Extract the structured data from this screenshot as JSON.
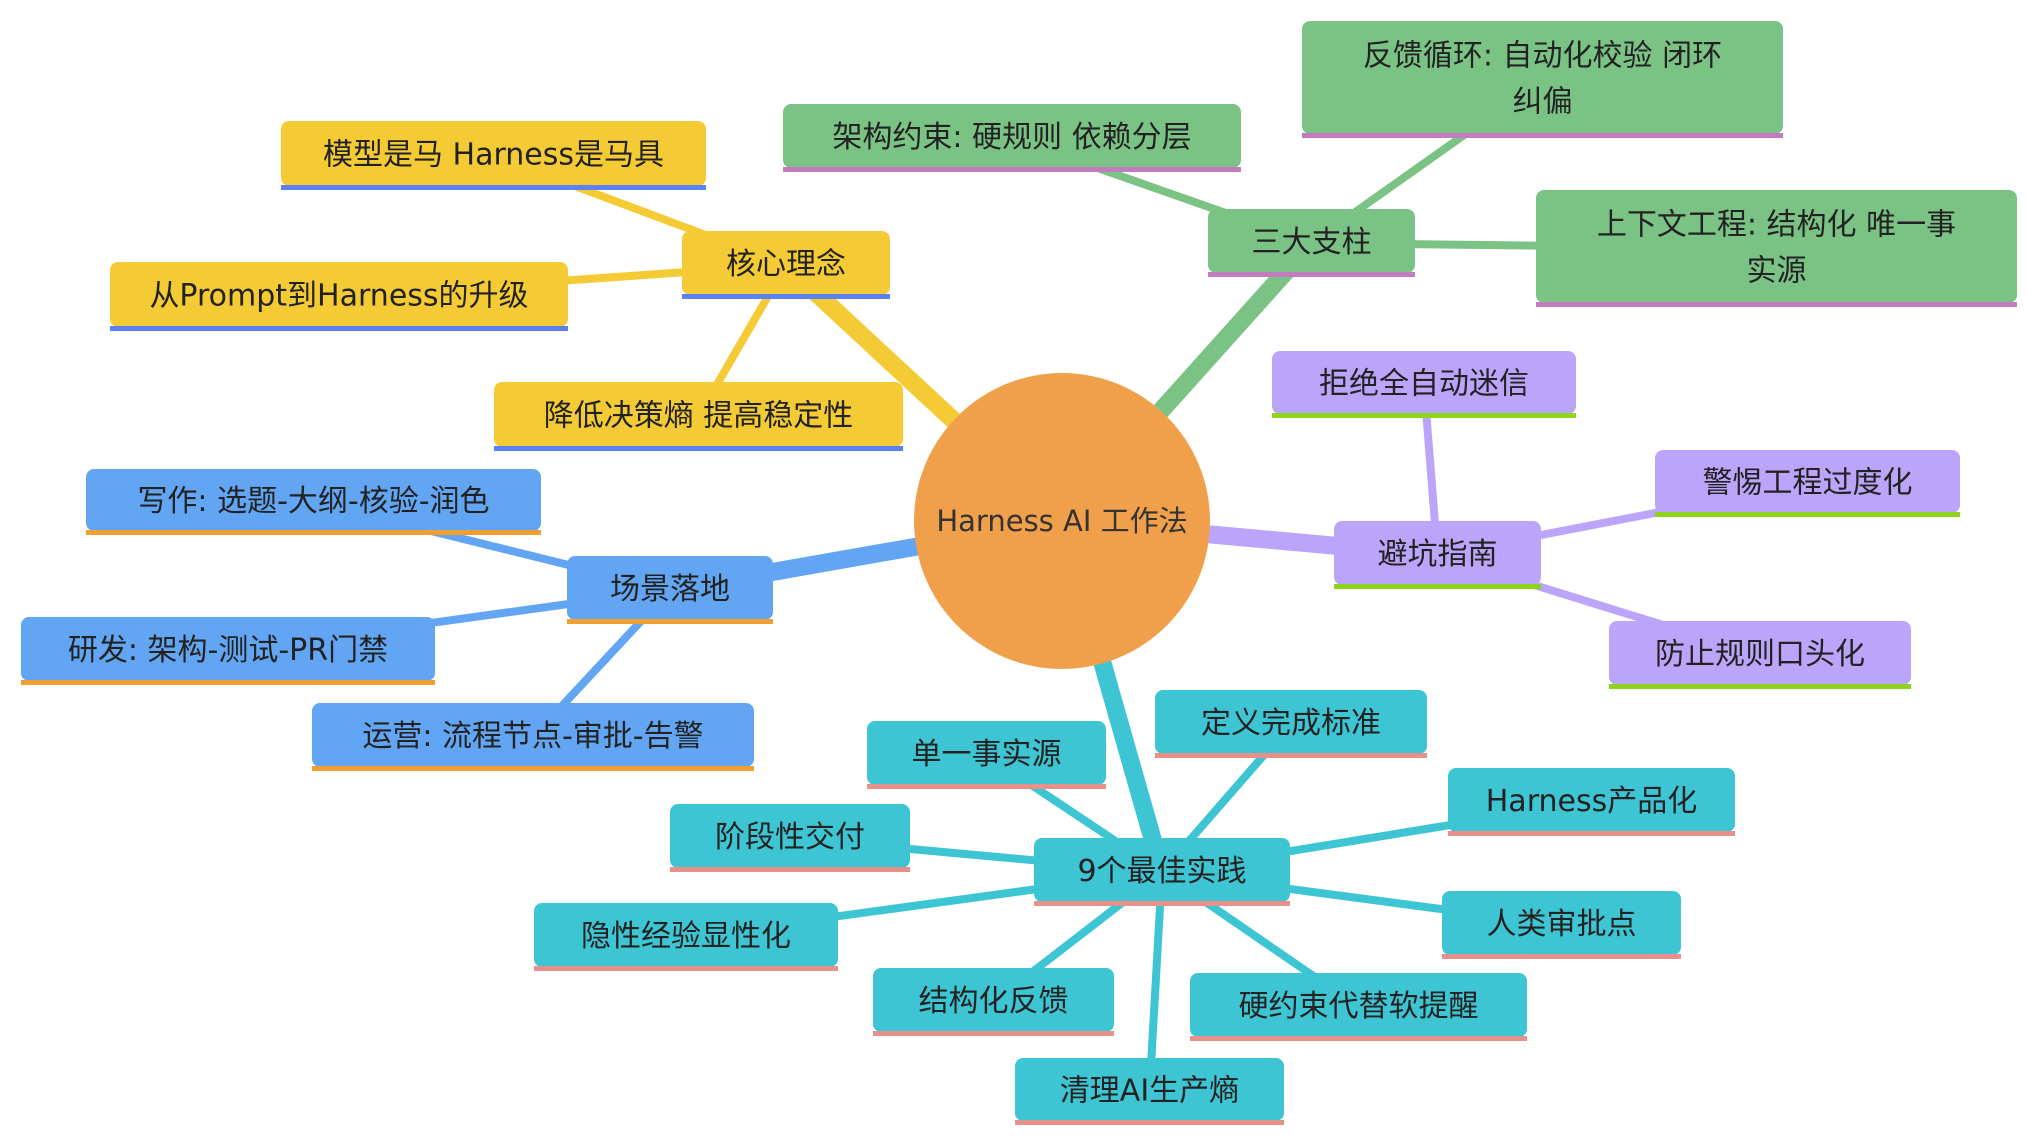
{
  "root": {
    "label": "Harness AI 工作法",
    "color": "#f0a04b"
  },
  "branches": [
    {
      "id": "core",
      "label": "核心理念",
      "color": "#f4cb35",
      "underline": "#5b82f5",
      "children": [
        {
          "id": "c1",
          "label": "模型是马 Harness是马具"
        },
        {
          "id": "c2",
          "label": "从Prompt到Harness的升级"
        },
        {
          "id": "c3",
          "label": "降低决策熵 提高稳定性"
        }
      ]
    },
    {
      "id": "pillars",
      "label": "三大支柱",
      "color": "#7bc385",
      "underline": "#c27bbf",
      "children": [
        {
          "id": "p1",
          "label": "架构约束: 硬规则 依赖分层"
        },
        {
          "id": "p2",
          "label": "反馈循环: 自动化校验 闭环",
          "label2": "纠偏"
        },
        {
          "id": "p3",
          "label": "上下文工程: 结构化 唯一事",
          "label2": "实源"
        }
      ]
    },
    {
      "id": "pitfalls",
      "label": "避坑指南",
      "color": "#bba5fa",
      "underline": "#8ed41b",
      "children": [
        {
          "id": "a1",
          "label": "拒绝全自动迷信"
        },
        {
          "id": "a2",
          "label": "警惕工程过度化"
        },
        {
          "id": "a3",
          "label": "防止规则口头化"
        }
      ]
    },
    {
      "id": "scenes",
      "label": "场景落地",
      "color": "#62a6f3",
      "underline": "#f0a030",
      "children": [
        {
          "id": "s1",
          "label": "写作: 选题-大纲-核验-润色"
        },
        {
          "id": "s2",
          "label": "研发: 架构-测试-PR门禁"
        },
        {
          "id": "s3",
          "label": "运营: 流程节点-审批-告警"
        }
      ]
    },
    {
      "id": "practices",
      "label": "9个最佳实践",
      "color": "#3ec5d3",
      "underline": "#e8908a",
      "children": [
        {
          "id": "b1",
          "label": "单一事实源"
        },
        {
          "id": "b2",
          "label": "定义完成标准"
        },
        {
          "id": "b3",
          "label": "Harness产品化"
        },
        {
          "id": "b4",
          "label": "阶段性交付"
        },
        {
          "id": "b5",
          "label": "人类审批点"
        },
        {
          "id": "b6",
          "label": "隐性经验显性化"
        },
        {
          "id": "b7",
          "label": "结构化反馈"
        },
        {
          "id": "b8",
          "label": "硬约束代替软提醒"
        },
        {
          "id": "b9",
          "label": "清理AI生产熵"
        }
      ]
    }
  ]
}
